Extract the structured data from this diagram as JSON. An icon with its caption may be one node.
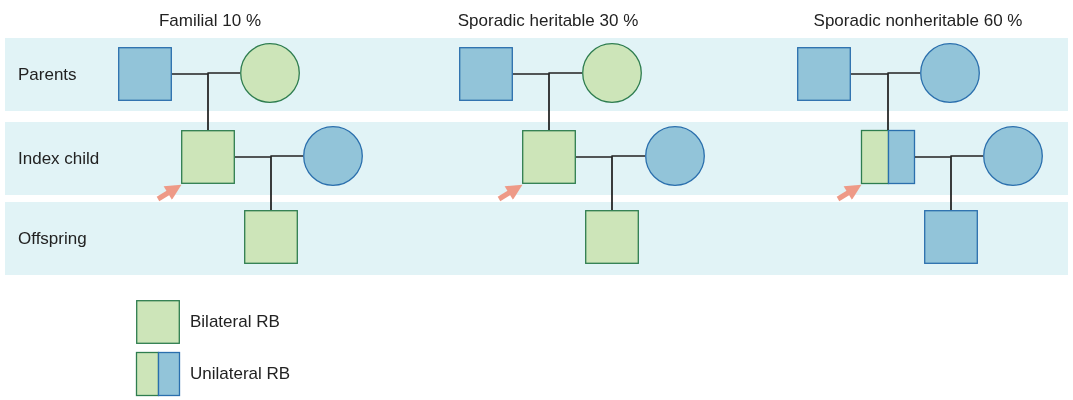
{
  "diagram": {
    "nodes": [
      {
        "text": [
          "Parents"
        ]
      },
      {
        "text": [
          "Index child"
        ]
      },
      {
        "text": [
          "Offspring"
        ]
      },
      {
        "text": [],
        "shape": "box",
        "in": 0
      },
      {
        "text": [],
        "shape": "circle",
        "in": 0
      },
      {
        "text": [],
        "shape": "box",
        "in": 0
      },
      {
        "text": [],
        "shape": "circle",
        "in": 0
      },
      {
        "text": [],
        "shape": "box",
        "in": 0
      },
      {
        "text": [],
        "shape": "circle",
        "in": 0
      },
      {
        "text": [],
        "shape": "box",
        "in": 1
      },
      {
        "text": [],
        "shape": "circle",
        "in": 1
      },
      {
        "text": [],
        "shape": "box",
        "in": 1
      },
      {
        "text": [],
        "shape": "circle",
        "in": 1
      },
      {
        "text": [],
        "shape": "box",
        "in": 1
      },
      {
        "text": [],
        "shape": "circle",
        "in": 1
      },
      {
        "text": [],
        "shape": "box",
        "in": 2
      },
      {
        "text": [],
        "shape": "box",
        "in": 2
      },
      {
        "text": [],
        "shape": "box",
        "in": 2
      }
    ],
    "edges": [
      {
        "from": 3,
        "to": 9,
        "arrow": "none"
      },
      {
        "from": 4,
        "to": 9,
        "arrow": "none"
      },
      {
        "from": 9,
        "to": 15,
        "arrow": "none"
      },
      {
        "from": 10,
        "to": 15,
        "arrow": "none"
      },
      {
        "from": null,
        "to": 9,
        "arrow": "to",
        "style": "thick",
        "color": "#ee9a87"
      },
      {
        "from": 5,
        "to": 11,
        "arrow": "none"
      },
      {
        "from": 6,
        "to": 11,
        "arrow": "none"
      },
      {
        "from": 11,
        "to": 16,
        "arrow": "none"
      },
      {
        "from": 12,
        "to": 16,
        "arrow": "none"
      },
      {
        "from": null,
        "to": 11,
        "arrow": "to",
        "style": "thick",
        "color": "#ee9a87"
      },
      {
        "from": 7,
        "to": 13,
        "arrow": "none"
      },
      {
        "from": 8,
        "to": 13,
        "arrow": "none"
      },
      {
        "from": 13,
        "to": 17,
        "arrow": "none"
      },
      {
        "from": 14,
        "to": 17,
        "arrow": "none"
      },
      {
        "from": null,
        "to": 13,
        "arrow": "to",
        "style": "thick",
        "color": "#ee9a87"
      }
    ],
    "labels": [
      "Familial 10 %",
      "Sporadic heritable 30 %",
      "Sporadic nonheritable 60 %"
    ],
    "legend": [
      {
        "text": "Bilateral RB"
      },
      {
        "text": "Unilateral RB"
      }
    ]
  }
}
